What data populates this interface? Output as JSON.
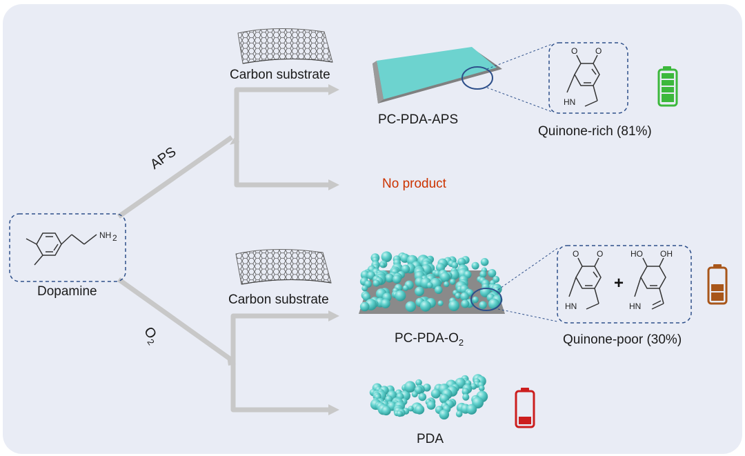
{
  "labels": {
    "carbon_substrate_top": "Carbon substrate",
    "carbon_substrate_bottom": "Carbon substrate",
    "pc_pda_aps": "PC-PDA-APS",
    "quinone_rich": "Quinone-rich (81%)",
    "no_product": "No product",
    "dopamine": "Dopamine",
    "pc_pda_o2_main": "PC-PDA-O",
    "pc_pda_o2_sub": "2",
    "quinone_poor": "Quinone-poor (30%)",
    "pda": "PDA",
    "aps": "APS",
    "o2_main": "O",
    "o2_sub": "2"
  },
  "chem_text": {
    "nh2_main": "NH",
    "nh2_sub": "2",
    "o": "O",
    "hn": "HN",
    "ho": "HO",
    "oh": "OH",
    "plus": "+"
  },
  "colors": {
    "panel_bg": "#e9ecf5",
    "arrow": "#c8c8c8",
    "sheet_teal": "#6dd3cf",
    "sphere": "#5fd0cc",
    "dash_box": "#2d4f8a",
    "battery_full": "#3cb83c",
    "battery_mid": "#a8561a",
    "battery_low": "#cc1e1e",
    "no_product_text": "#cc3300"
  },
  "icons": [
    "graphene-sheet-icon",
    "battery-full-icon",
    "battery-half-icon",
    "battery-low-icon"
  ],
  "batteries": {
    "full_level": 1.0,
    "half_level": 0.5,
    "low_level": 0.2
  }
}
